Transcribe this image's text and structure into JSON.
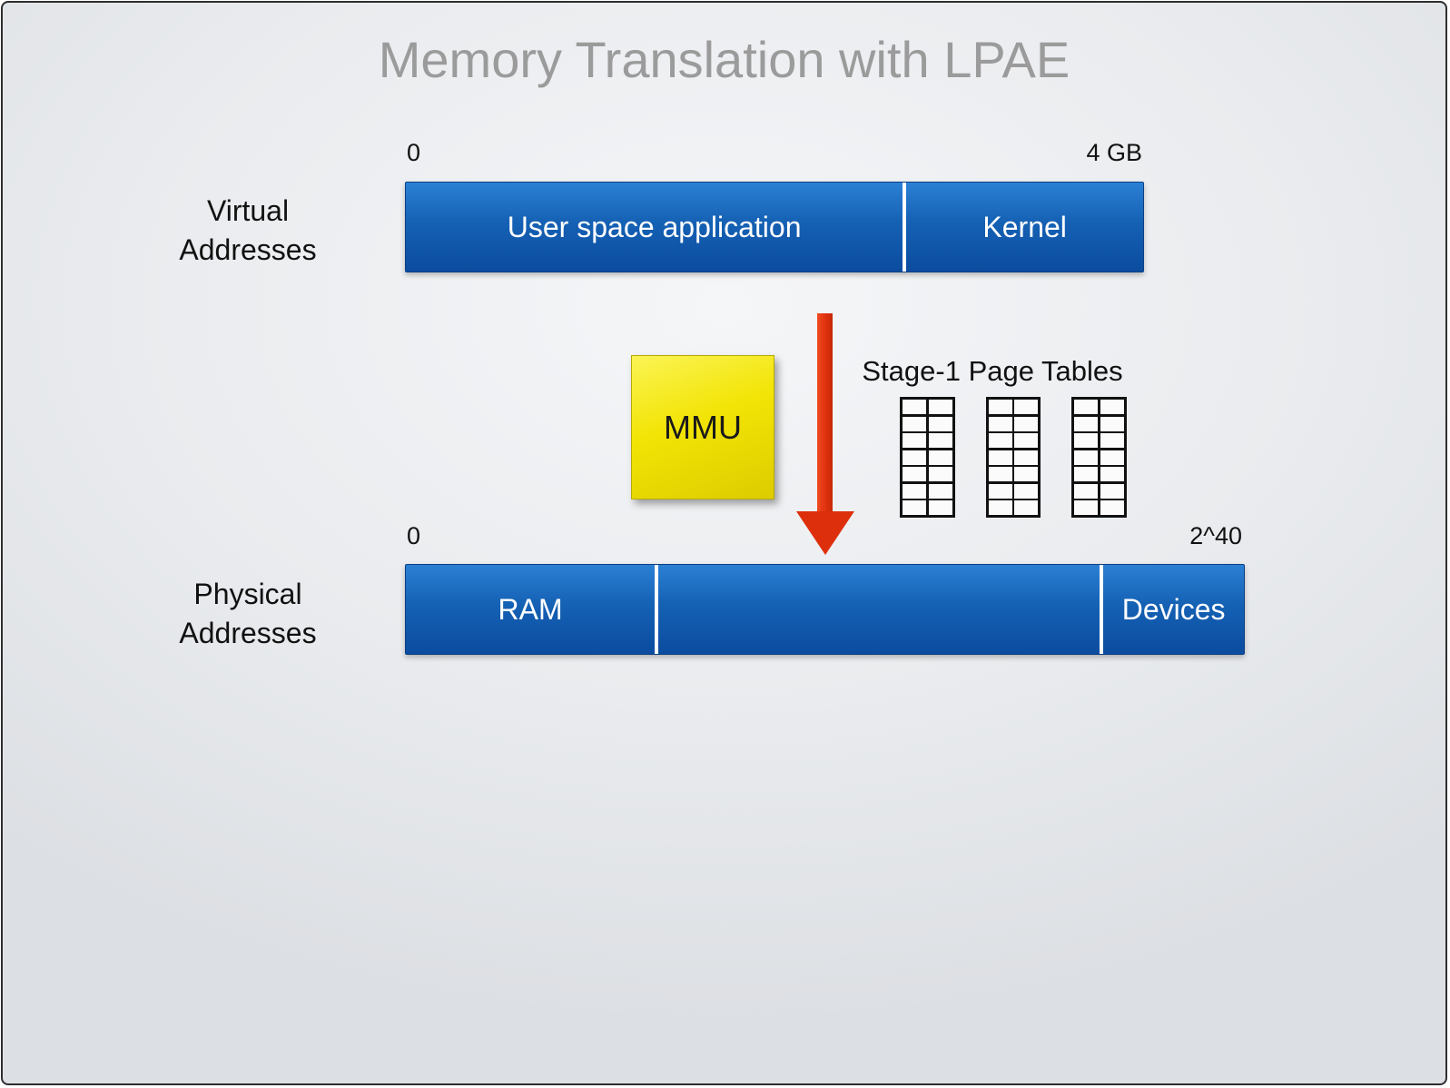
{
  "title": "Memory Translation with LPAE",
  "virtual_bar": {
    "side_label": "Virtual\nAddresses",
    "range_start": "0",
    "range_end": "4 GB",
    "segments": [
      {
        "label": "User space application"
      },
      {
        "label": "Kernel"
      }
    ]
  },
  "mmu": {
    "label": "MMU"
  },
  "stage1": {
    "label": "Stage-1 Page Tables"
  },
  "physical_bar": {
    "side_label": "Physical\nAddresses",
    "range_start": "0",
    "range_end": "2^40",
    "segments": [
      {
        "label": "RAM"
      },
      {
        "label": ""
      },
      {
        "label": "Devices"
      }
    ]
  },
  "colors": {
    "bar_blue_top": "#2b80d4",
    "bar_blue_bottom": "#0b4c9f",
    "mmu_yellow": "#f2e405",
    "arrow_red": "#de2f0c",
    "title_gray": "#9b9b9b"
  }
}
